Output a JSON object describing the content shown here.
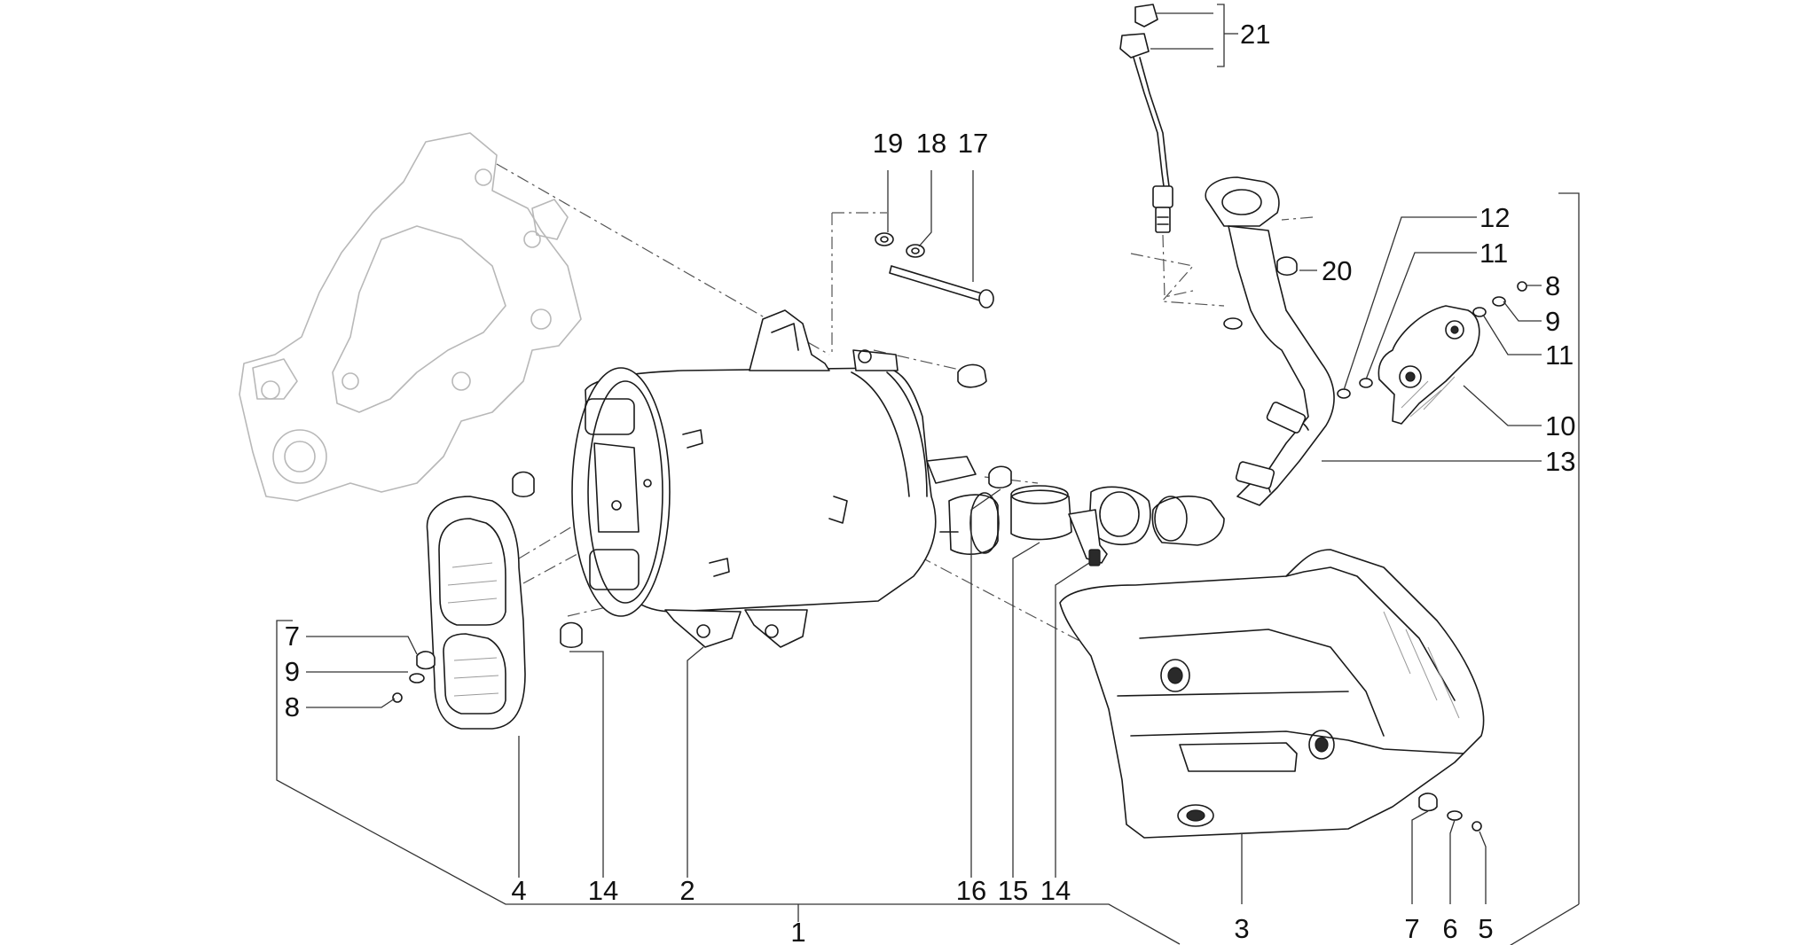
{
  "callouts": {
    "c1": "1",
    "c2": "2",
    "c3": "3",
    "c4": "4",
    "c5": "5",
    "c6": "6",
    "c7a": "7",
    "c7b": "7",
    "c8a": "8",
    "c8b": "8",
    "c9a": "9",
    "c9b": "9",
    "c10": "10",
    "c11a": "11",
    "c11b": "11",
    "c12": "12",
    "c13": "13",
    "c14a": "14",
    "c14b": "14",
    "c15": "15",
    "c16": "16",
    "c17": "17",
    "c18": "18",
    "c19": "19",
    "c20": "20",
    "c21": "21"
  }
}
